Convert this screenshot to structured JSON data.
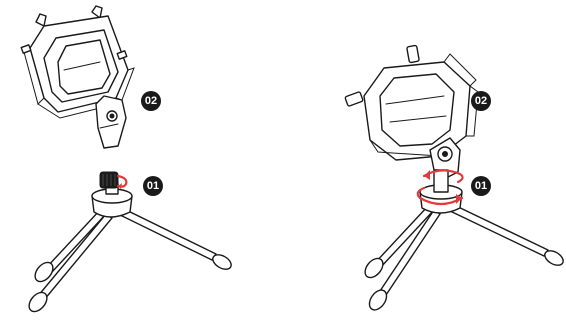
{
  "colors": {
    "line": "#1a1a1a",
    "badge": "#1a1a1a",
    "badge_text": "#ffffff",
    "rotation_arrow": "#e23b3b"
  },
  "left_figure": {
    "badges": [
      {
        "label": "02"
      },
      {
        "label": "01"
      }
    ]
  },
  "right_figure": {
    "badges": [
      {
        "label": "02"
      },
      {
        "label": "01"
      }
    ]
  },
  "icons": [
    "phone-holder-icon",
    "tripod-icon",
    "knob-icon",
    "rotate-arrow-icon"
  ]
}
